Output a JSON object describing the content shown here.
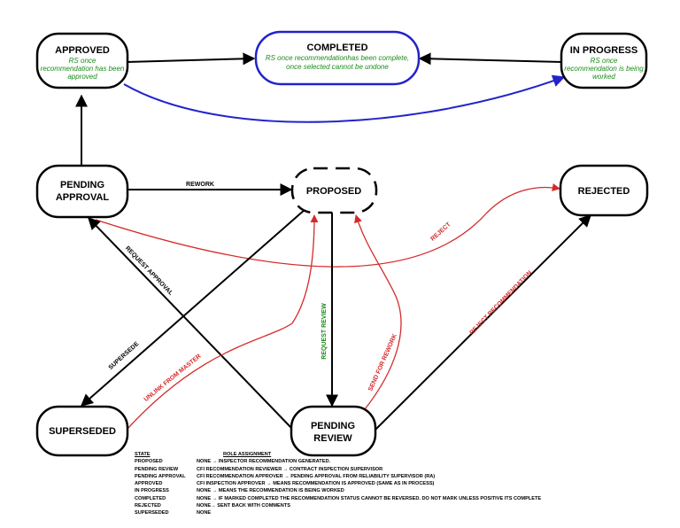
{
  "nodes": {
    "approved": {
      "title": "APPROVED",
      "desc": [
        "RS    once",
        "recommendation has been",
        "approved"
      ]
    },
    "completed": {
      "title": "COMPLETED",
      "desc": [
        "RS    once recommendationhas been complete,",
        "once selected cannot be undone"
      ]
    },
    "in_progress": {
      "title": "IN PROGRESS",
      "desc": [
        "RS    once",
        "recommendation is being",
        "worked"
      ]
    },
    "pending_approval": {
      "title_line1": "PENDING",
      "title_line2": "APPROVAL"
    },
    "proposed": {
      "title": "PROPOSED"
    },
    "rejected": {
      "title": "REJECTED"
    },
    "superseded": {
      "title": "SUPERSEDED"
    },
    "pending_review": {
      "title_line1": "PENDING",
      "title_line2": "REVIEW"
    }
  },
  "edges": {
    "rework": "REWORK",
    "reject": "REJECT",
    "request_approval": "REQUEST APPROVAL",
    "request_review": "REQUEST REVIEW",
    "supersede": "SUPERSEDE",
    "unlink_from_master": "UNLINK FROM MASTER",
    "send_for_rework": "SEND FOR REWORK",
    "reject_recommendation": "REJECT RECOMMENDATION"
  },
  "colors": {
    "black": "#000000",
    "blue": "#2222cc",
    "red": "#d42a2a",
    "green": "#1a8c1a"
  },
  "legend": {
    "header_state": "STATE",
    "header_role": "ROLE ASSIGNMENT",
    "rows": [
      {
        "state": "PROPOSED",
        "role": "NONE → INSPECTOR RECOMMENDATION GENERATED."
      },
      {
        "state": "PENDING REVIEW",
        "role": "CFI RECOMMENDATION REVIEWER → CONTRACT INSPECTION SUPERVISOR"
      },
      {
        "state": "PENDING APPROVAL",
        "role": "CFI RECOMMENDATION APPROVER → PENDING APPROVAL FROM RELIABILITY SUPERVISOR (RA)"
      },
      {
        "state": "APPROVED",
        "role": "CFI INSPECTION APPROVER → MEANS RECOMMENDATION IS APPROVED (SAME AS IN PROCESS)"
      },
      {
        "state": "IN PROGRESS",
        "role": "NONE → MEANS THE RECOMMENDATION IS BEING WORKED"
      },
      {
        "state": "COMPLETED",
        "role": "NONE → IF MARKED COMPLETED THE RECOMMENDATION STATUS CANNOT BE REVERSED. DO NOT MARK UNLESS POSITIVE ITS COMPLETE"
      },
      {
        "state": "REJECTED",
        "role": "NONE→ SENT BACK WITH COMMENTS"
      },
      {
        "state": "SUPERSEDED",
        "role": "NONE"
      }
    ]
  }
}
